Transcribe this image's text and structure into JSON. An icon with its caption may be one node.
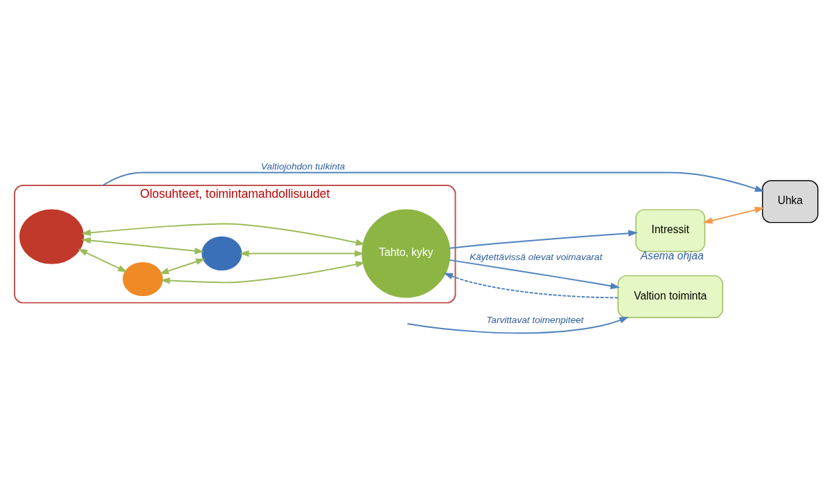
{
  "diagram": {
    "nodes": [
      {
        "text": [
          "Olosuhteet, toimintamahdollisuudet"
        ]
      },
      {
        "text": [],
        "shape": "circle",
        "in": 0
      },
      {
        "text": [],
        "shape": "circle",
        "in": 0
      },
      {
        "text": [],
        "shape": "circle",
        "in": 0
      },
      {
        "text": [
          "Tahto, kyky"
        ],
        "in": 0
      },
      {
        "text": [
          "Intressit"
        ],
        "beside": [
          "Asema ohjaa"
        ]
      },
      {
        "text": [
          "Valtion toiminta"
        ]
      },
      {
        "text": [
          "Uhka"
        ]
      }
    ],
    "edges": [
      {
        "from": 1,
        "to": 2,
        "arrow": "both"
      },
      {
        "from": 2,
        "to": 4,
        "arrow": "both"
      },
      {
        "from": 1,
        "to": 4,
        "arrow": "both"
      },
      {
        "from": 1,
        "to": 3,
        "arrow": "both"
      },
      {
        "from": 2,
        "to": 3,
        "arrow": "both"
      },
      {
        "from": 3,
        "to": 4,
        "arrow": "both"
      },
      {
        "from": 4,
        "to": 5,
        "arrow": "to",
        "color": "#4f81bd"
      },
      {
        "from": 4,
        "to": 6,
        "arrow": "to",
        "label": "Käytettävissä olevat voimavarat",
        "color": "#4f81bd"
      },
      {
        "from": 6,
        "to": 4,
        "arrow": "to",
        "style": "dashed",
        "color": "#4f81bd"
      },
      {
        "from": 5,
        "to": 7,
        "arrow": "both",
        "color": "#f79646"
      },
      {
        "from": null,
        "to": 6,
        "arrow": "to",
        "label": "Tarvittavat toimenpiteet",
        "color": "#4f81bd"
      },
      {
        "from": 0,
        "to": 7,
        "arrow": "to",
        "label": "Valtiojohdon tulkinta",
        "color": "#4f81bd"
      }
    ]
  }
}
